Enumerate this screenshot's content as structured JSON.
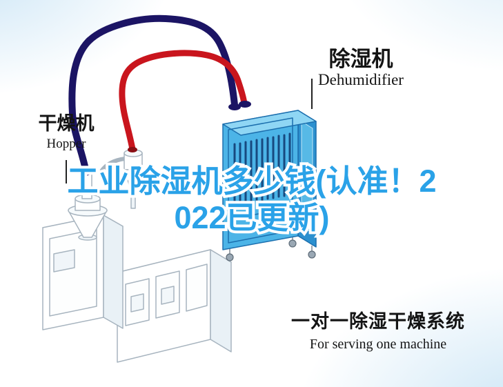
{
  "machine_labels": {
    "dehumidifier": {
      "zh": "除湿机",
      "en": "Dehumidifier"
    },
    "hopper": {
      "zh": "干燥机",
      "en": "Hopper"
    }
  },
  "title": {
    "line1": "工业除湿机多少钱(认准！2",
    "line2": "022已更新)"
  },
  "caption": {
    "zh": "一对一除湿干燥系统",
    "en": "For serving one machine"
  },
  "colors": {
    "title_blue": "#2AA2E8",
    "title_outline": "#FFFFFF",
    "pipe_red": "#C9151D",
    "pipe_navy": "#1B1464",
    "dehumidifier_blue": "#4CB4E7",
    "dehumidifier_blue_dark": "#2C90CF",
    "dehumidifier_blue_light": "#8FD6F4",
    "lineart_gray": "#A7B4BF",
    "background_tint": "#C9E4F5",
    "label_text": "#141414"
  },
  "illustration": {
    "items": [
      "hopper-machine",
      "dehumidifier-unit",
      "return-pipe-navy",
      "supply-pipe-red"
    ]
  }
}
